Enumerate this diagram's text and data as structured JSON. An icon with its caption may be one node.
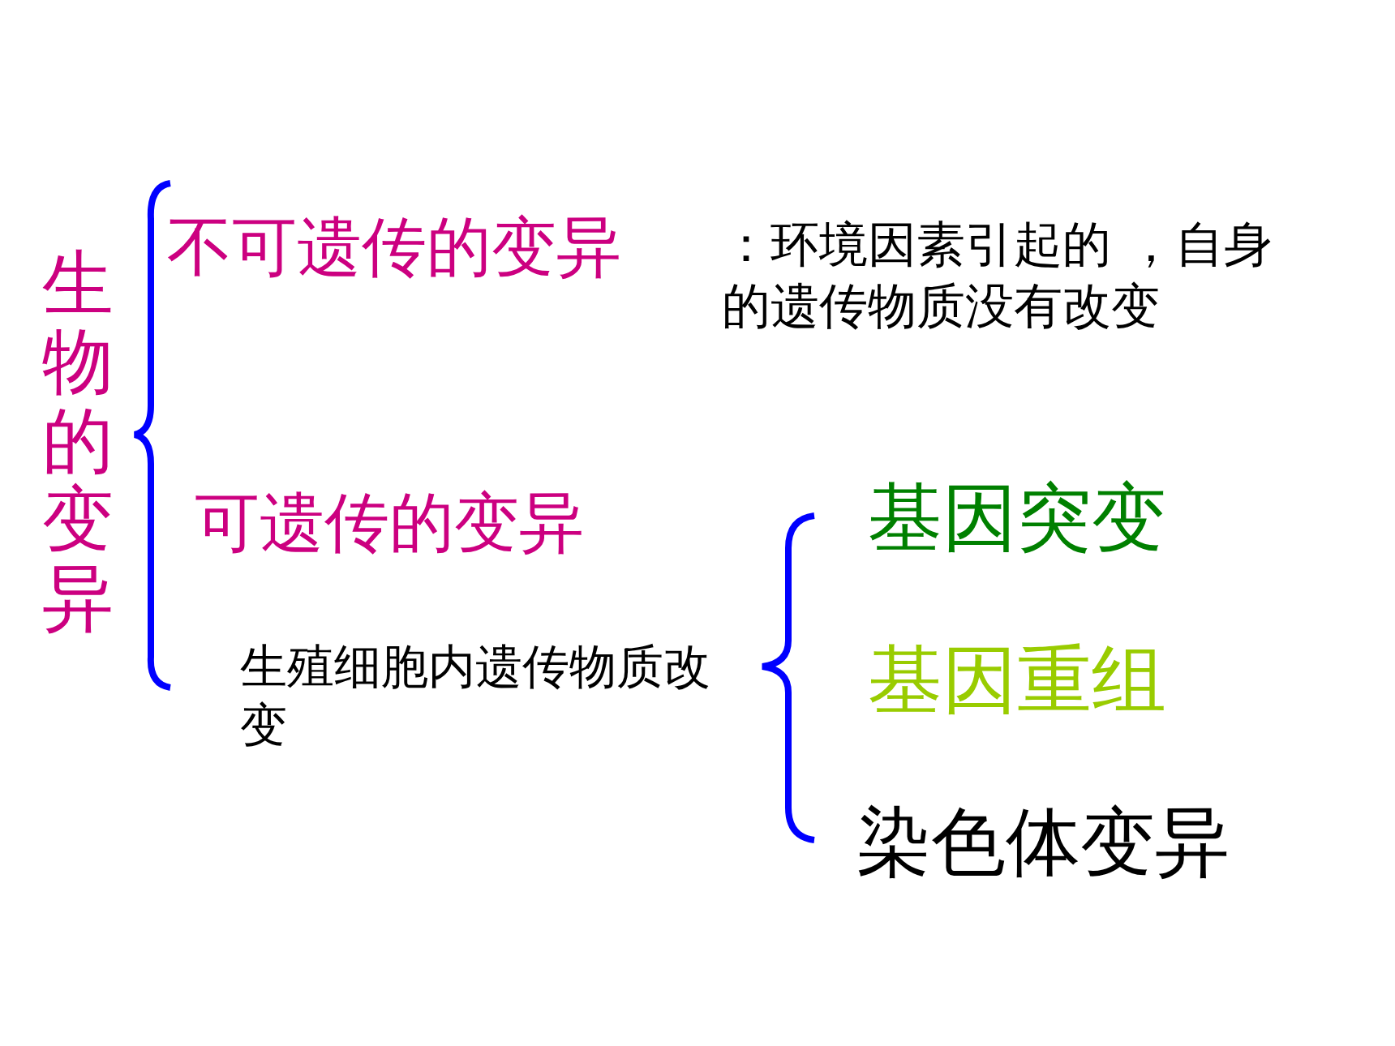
{
  "diagram": {
    "nodes": [
      {
        "text": [
          "生物的变异"
        ]
      },
      {
        "text": [
          "不可遗传的变异"
        ],
        "beside": [
          "：环境因素引起的 ，自身的遗传物质没有改变"
        ]
      },
      {
        "text": [
          "可遗传的变异"
        ],
        "beside": [
          "生殖细胞内遗传物质改变"
        ]
      },
      {
        "text": [
          "基因突变"
        ]
      },
      {
        "text": [
          "基因重组"
        ]
      },
      {
        "text": [
          "染色体变异"
        ]
      }
    ]
  }
}
